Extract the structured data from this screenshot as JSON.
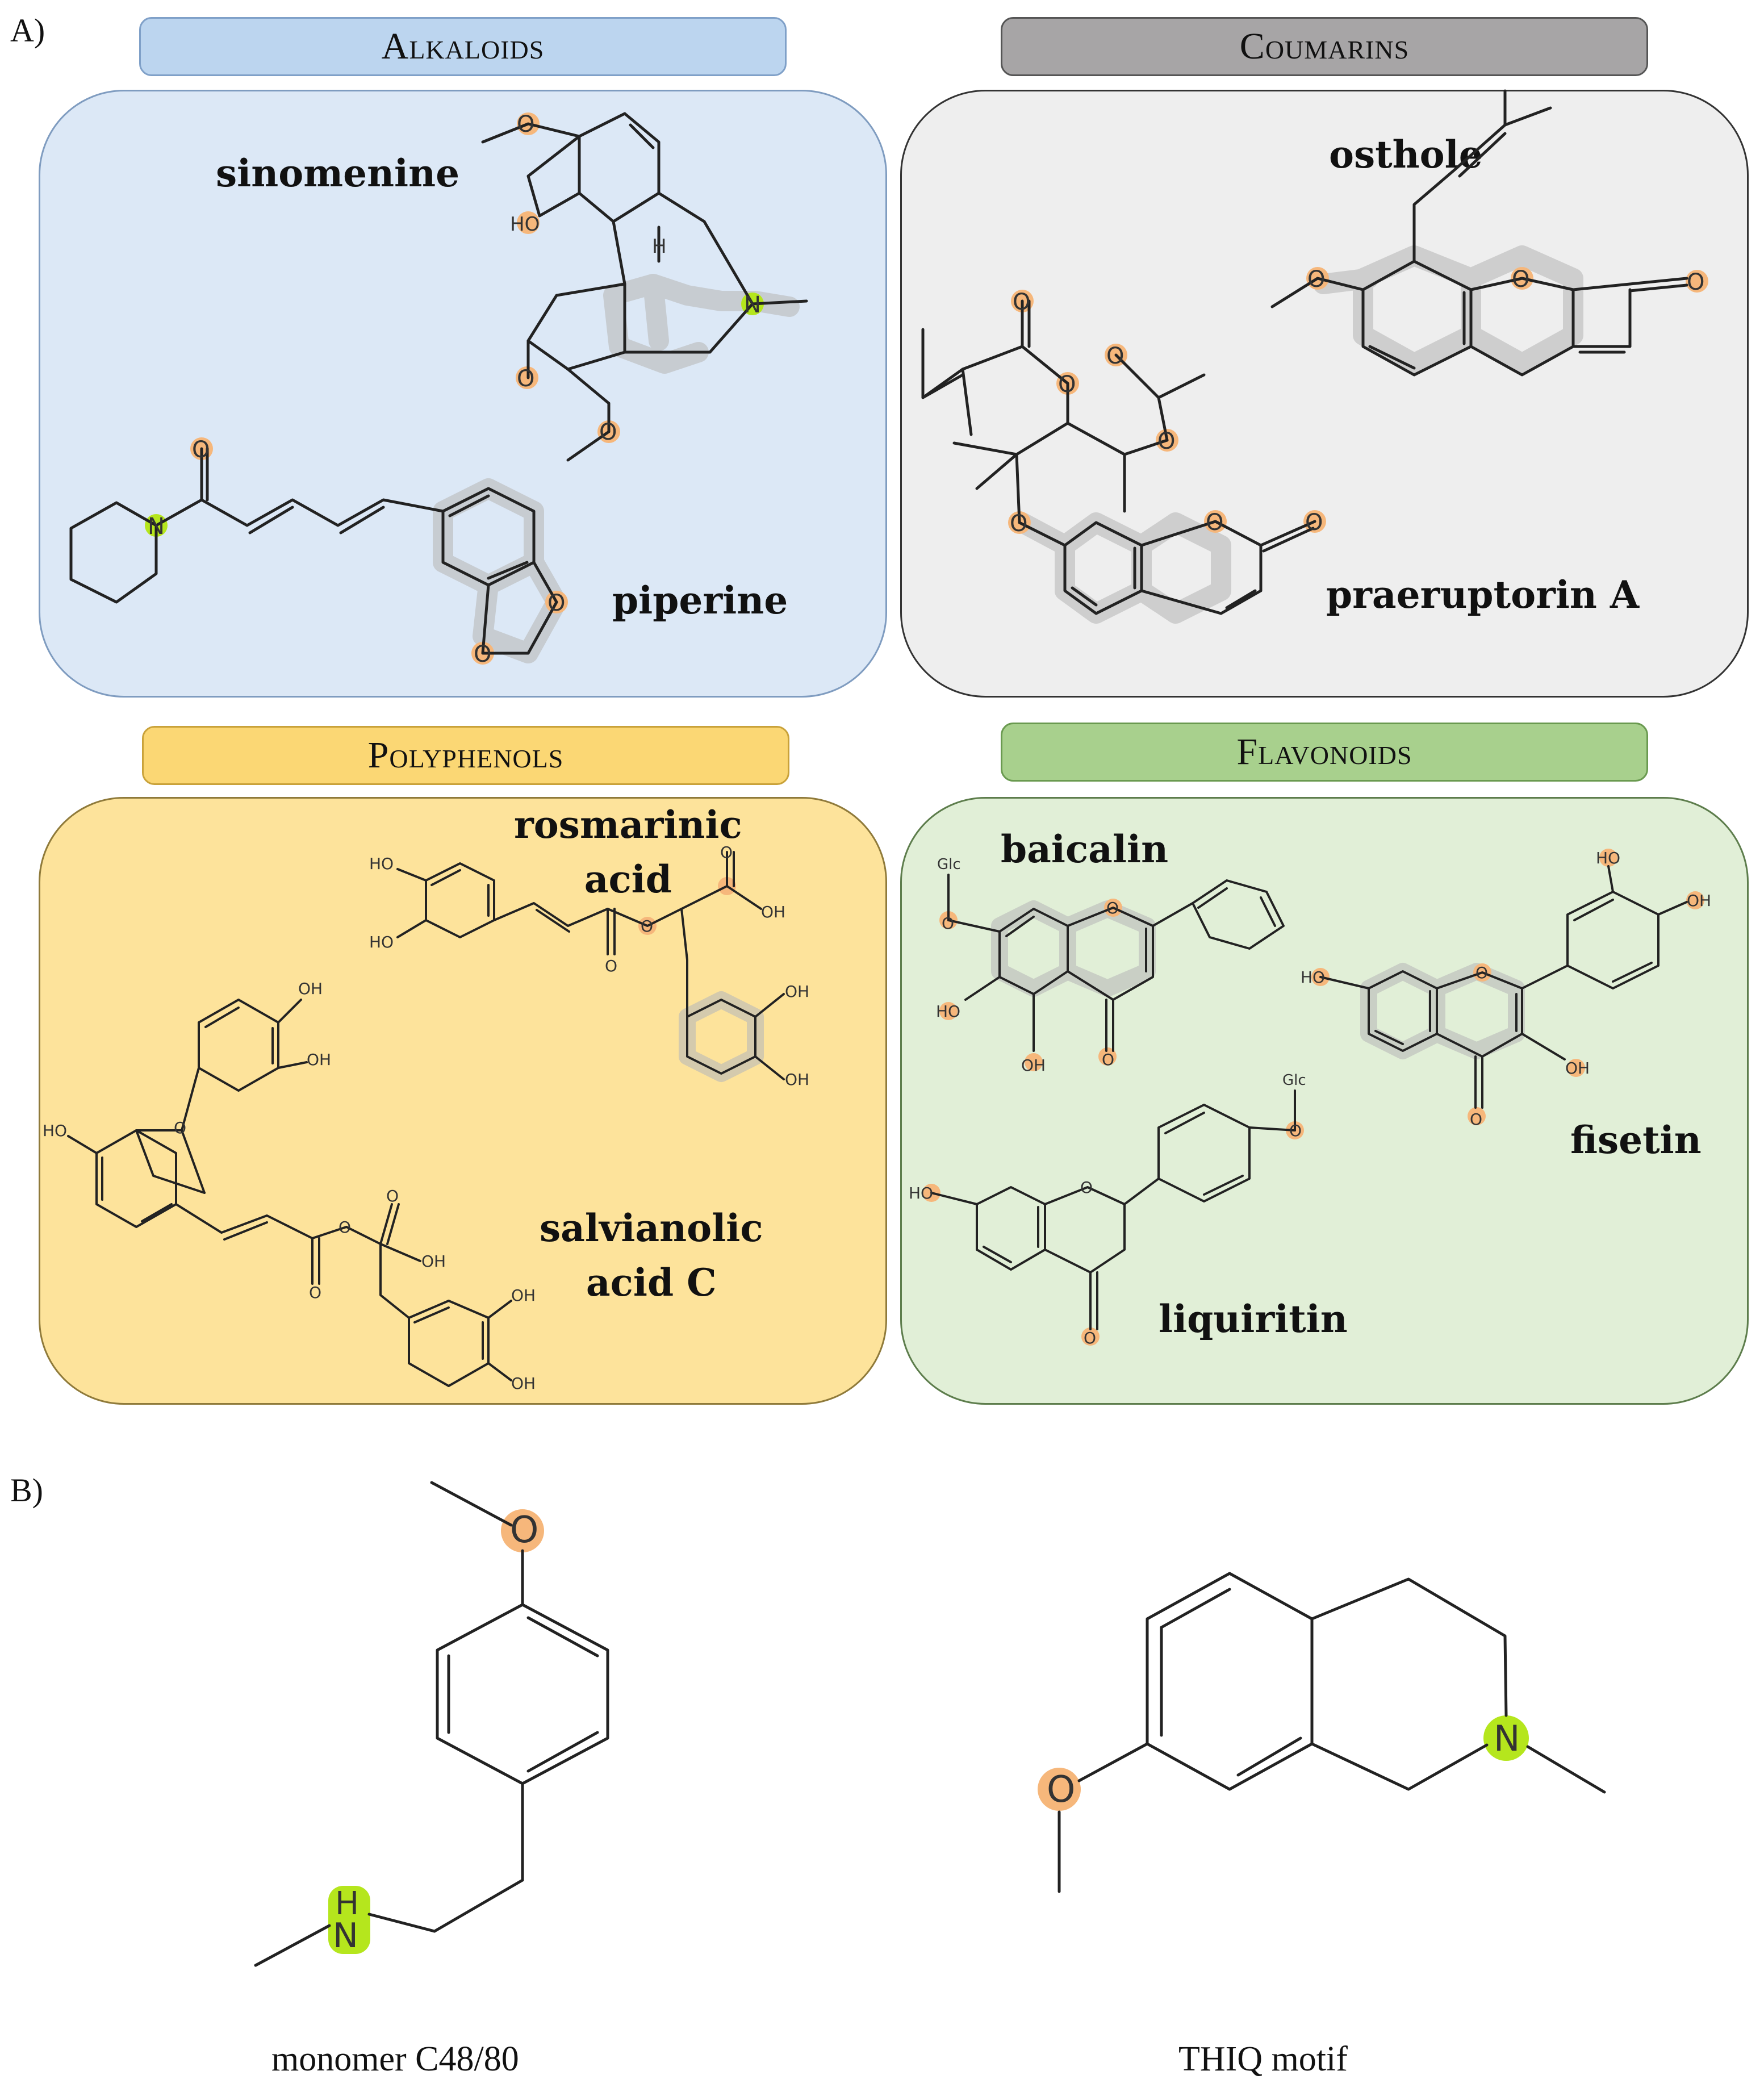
{
  "sections": {
    "a": "A)",
    "b": "B)"
  },
  "categories": {
    "alkaloids": "Alkaloids",
    "coumarins": "Coumarins",
    "polyphenols": "Polyphenols",
    "flavonoids": "Flavonoids"
  },
  "compounds": {
    "sinomenine": "sinomenine",
    "piperine": "piperine",
    "osthole": "osthole",
    "praeruptorin_a": "praeruptorin A",
    "rosmarinic_acid_line1": "rosmarinic",
    "rosmarinic_acid_line2": "acid",
    "salvianolic_acid_c_line1": "salvianolic",
    "salvianolic_acid_c_line2": "acid C",
    "baicalin": "baicalin",
    "fisetin": "fisetin",
    "liquiritin": "liquiritin"
  },
  "atoms": {
    "o": "O",
    "n": "N",
    "h": "H",
    "ho": "HO",
    "oh": "OH",
    "glc": "Glc"
  },
  "captions": {
    "monomer": "monomer  C48/80",
    "thiq": "THIQ motif"
  },
  "colors": {
    "alkaloids_banner": "#bcd5ef",
    "alkaloids_panel": "#dce8f6",
    "coumarins_banner": "#a7a5a6",
    "coumarins_panel": "#eeeeee",
    "polyphenols_banner": "#fbd774",
    "polyphenols_panel": "#fde39b",
    "flavonoids_banner": "#a8d08d",
    "flavonoids_panel": "#e1efd7",
    "oxygen_highlight": "#f6b77b",
    "nitrogen_highlight": "#b5e61d"
  }
}
